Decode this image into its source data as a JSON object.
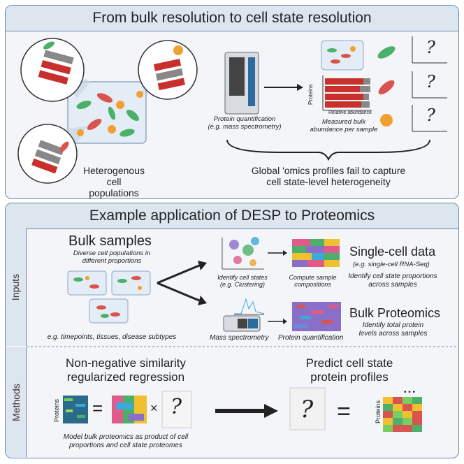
{
  "top": {
    "title": "From bulk resolution to cell state resolution",
    "heterogenous": "Heterogenous cell populations",
    "heterogenous_l1": "Heterogenous cell",
    "heterogenous_l2": "populations",
    "protein_quant_l1": "Protein quantification",
    "protein_quant_l2": "(e.g. mass spectrometry)",
    "measured_l1": "Measured bulk",
    "measured_l2": "abundance per sample",
    "global_l1": "Global 'omics profiles fail to capture",
    "global_l2": "cell state-level heterogeneity",
    "proteins": "Proteins",
    "relative_abundance": "Relative abundance",
    "question": "?"
  },
  "bottom": {
    "title": "Example application of DESP to Proteomics",
    "inputs_tab": "Inputs",
    "methods_tab": "Methods",
    "bulk_title": "Bulk samples",
    "bulk_sub_l1": "Diverse cell populations in",
    "bulk_sub_l2": "different proportions",
    "bulk_eg": "e.g. timepoints, tissues, disease subtypes",
    "identify_l1": "Identify cell states",
    "identify_l2": "(e.g. Clustering)",
    "compute_l1": "Compute sample",
    "compute_l2": "compositions",
    "sc_title": "Single-cell data",
    "sc_eg": "(e.g. single-cell RNA-Seq)",
    "sc_desc_l1": "Identify cell state proportions",
    "sc_desc_l2": "across samples",
    "mass_spec": "Mass spectrometry",
    "protein_quant": "Protein quantification",
    "bp_title": "Bulk Proteomics",
    "bp_desc_l1": "Identify total protein",
    "bp_desc_l2": "levels across samples",
    "nn_l1": "Non-negative similarity",
    "nn_l2": "regularized regression",
    "model_l1": "Model bulk proteomics as product of cell",
    "model_l2": "proportions and cell state proteomes",
    "predict_l1": "Predict cell state",
    "predict_l2": "protein profiles",
    "proteins": "Proteins",
    "equals": "=",
    "times": "×",
    "question": "?",
    "dots": "• • •"
  },
  "colors": {
    "panel_border": "#6b87a8",
    "panel_fill": "#f3f5f9",
    "title_fill": "#dde5ef",
    "bar_red": "#c9302c",
    "bar_gray": "#8a8a8a",
    "cell_green": "#4caf6a",
    "cell_red": "#d9534f",
    "cell_orange": "#f0a030"
  }
}
